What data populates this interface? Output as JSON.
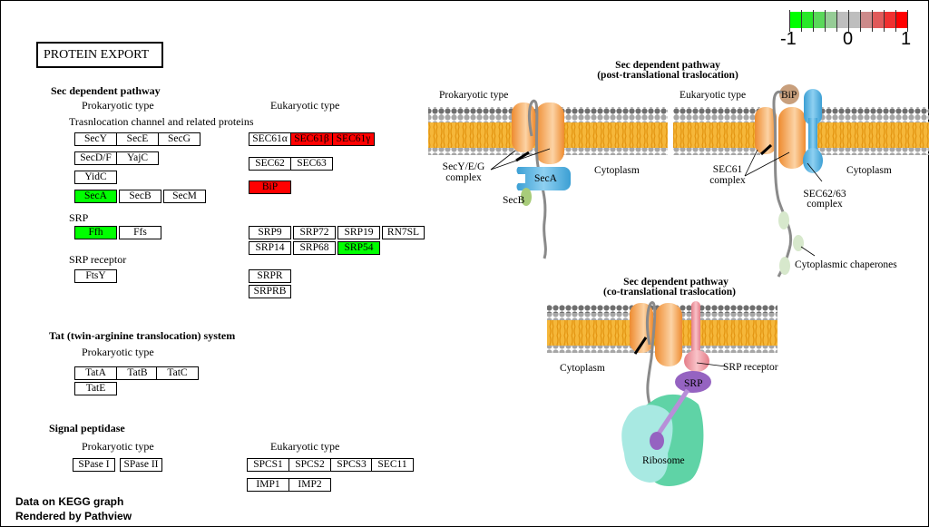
{
  "pathway_title": "PROTEIN EXPORT",
  "legend": {
    "colors": [
      "#00ff00",
      "#28e828",
      "#5ad85a",
      "#96cc96",
      "#bebebe",
      "#bebebe",
      "#cc8a8a",
      "#e05a5a",
      "#f03030",
      "#ff0000"
    ],
    "labels": {
      "min": "-1",
      "mid": "0",
      "max": "1"
    },
    "range": [
      -1,
      1
    ]
  },
  "sections": {
    "sec_dependent": {
      "title": "Sec dependent pathway",
      "prokaryotic_label": "Prokaryotic type",
      "eukaryotic_label": "Eukaryotic type",
      "channel_label": "Trasnlocation channel and related proteins",
      "srp_label": "SRP",
      "srp_receptor_label": "SRP receptor"
    },
    "tat": {
      "title": "Tat (twin-arginine translocation) system",
      "prokaryotic_label": "Prokaryotic type"
    },
    "signal_peptidase": {
      "title": "Signal peptidase",
      "prokaryotic_label": "Prokaryotic type",
      "eukaryotic_label": "Eukaryotic type"
    }
  },
  "genes": {
    "secy": {
      "label": "SecY",
      "status": "none"
    },
    "sece": {
      "label": "SecE",
      "status": "none"
    },
    "secg": {
      "label": "SecG",
      "status": "none"
    },
    "secdf": {
      "label": "SecD/F",
      "status": "none"
    },
    "yajc": {
      "label": "YajC",
      "status": "none"
    },
    "yidc": {
      "label": "YidC",
      "status": "none"
    },
    "seca": {
      "label": "SecA",
      "status": "down"
    },
    "secb": {
      "label": "SecB",
      "status": "none"
    },
    "secm": {
      "label": "SecM",
      "status": "none"
    },
    "ffh": {
      "label": "Ffh",
      "status": "down"
    },
    "ffs": {
      "label": "Ffs",
      "status": "none"
    },
    "ftsy": {
      "label": "FtsY",
      "status": "none"
    },
    "sec61a": {
      "label": "SEC61α",
      "status": "none"
    },
    "sec61b": {
      "label": "SEC61β",
      "status": "up"
    },
    "sec61g": {
      "label": "SEC61γ",
      "status": "up"
    },
    "sec62": {
      "label": "SEC62",
      "status": "none"
    },
    "sec63": {
      "label": "SEC63",
      "status": "none"
    },
    "bip": {
      "label": "BiP",
      "status": "up"
    },
    "srp9": {
      "label": "SRP9",
      "status": "none"
    },
    "srp72": {
      "label": "SRP72",
      "status": "none"
    },
    "srp19": {
      "label": "SRP19",
      "status": "none"
    },
    "rn7sl": {
      "label": "RN7SL",
      "status": "none"
    },
    "srp14": {
      "label": "SRP14",
      "status": "none"
    },
    "srp68": {
      "label": "SRP68",
      "status": "none"
    },
    "srp54": {
      "label": "SRP54",
      "status": "down"
    },
    "srpr": {
      "label": "SRPR",
      "status": "none"
    },
    "srprb": {
      "label": "SRPRB",
      "status": "none"
    },
    "tata": {
      "label": "TatA",
      "status": "none"
    },
    "tatb": {
      "label": "TatB",
      "status": "none"
    },
    "tatc": {
      "label": "TatC",
      "status": "none"
    },
    "tate": {
      "label": "TatE",
      "status": "none"
    },
    "spase1": {
      "label": "SPase I",
      "status": "none"
    },
    "spase2": {
      "label": "SPase II",
      "status": "none"
    },
    "spcs1": {
      "label": "SPCS1",
      "status": "none"
    },
    "spcs2": {
      "label": "SPCS2",
      "status": "none"
    },
    "spcs3": {
      "label": "SPCS3",
      "status": "none"
    },
    "sec11": {
      "label": "SEC11",
      "status": "none"
    },
    "imp1": {
      "label": "IMP1",
      "status": "none"
    },
    "imp2": {
      "label": "IMP2",
      "status": "none"
    }
  },
  "diagrams": {
    "post": {
      "title_line1": "Sec dependent pathway",
      "title_line2": "(post-translational traslocation)",
      "prok_label": "Prokaryotic type",
      "euk_label": "Eukaryotic type",
      "secyeg_line1": "SecY/E/G",
      "secyeg_line2": "complex",
      "seca": "SecA",
      "secb": "SecB",
      "cytoplasm": "Cytoplasm",
      "bip": "BiP",
      "sec61_line1": "SEC61",
      "sec61_line2": "complex",
      "sec6263_line1": "SEC62/63",
      "sec6263_line2": "complex",
      "chaperones": "Cytoplasmic chaperones"
    },
    "co": {
      "title_line1": "Sec dependent pathway",
      "title_line2": "(co-translational traslocation)",
      "cytoplasm": "Cytoplasm",
      "srp_receptor": "SRP receptor",
      "srp": "SRP",
      "ribosome": "Ribosome"
    }
  },
  "footer": {
    "line1": "Data on KEGG graph",
    "line2": "Rendered by Pathview"
  }
}
